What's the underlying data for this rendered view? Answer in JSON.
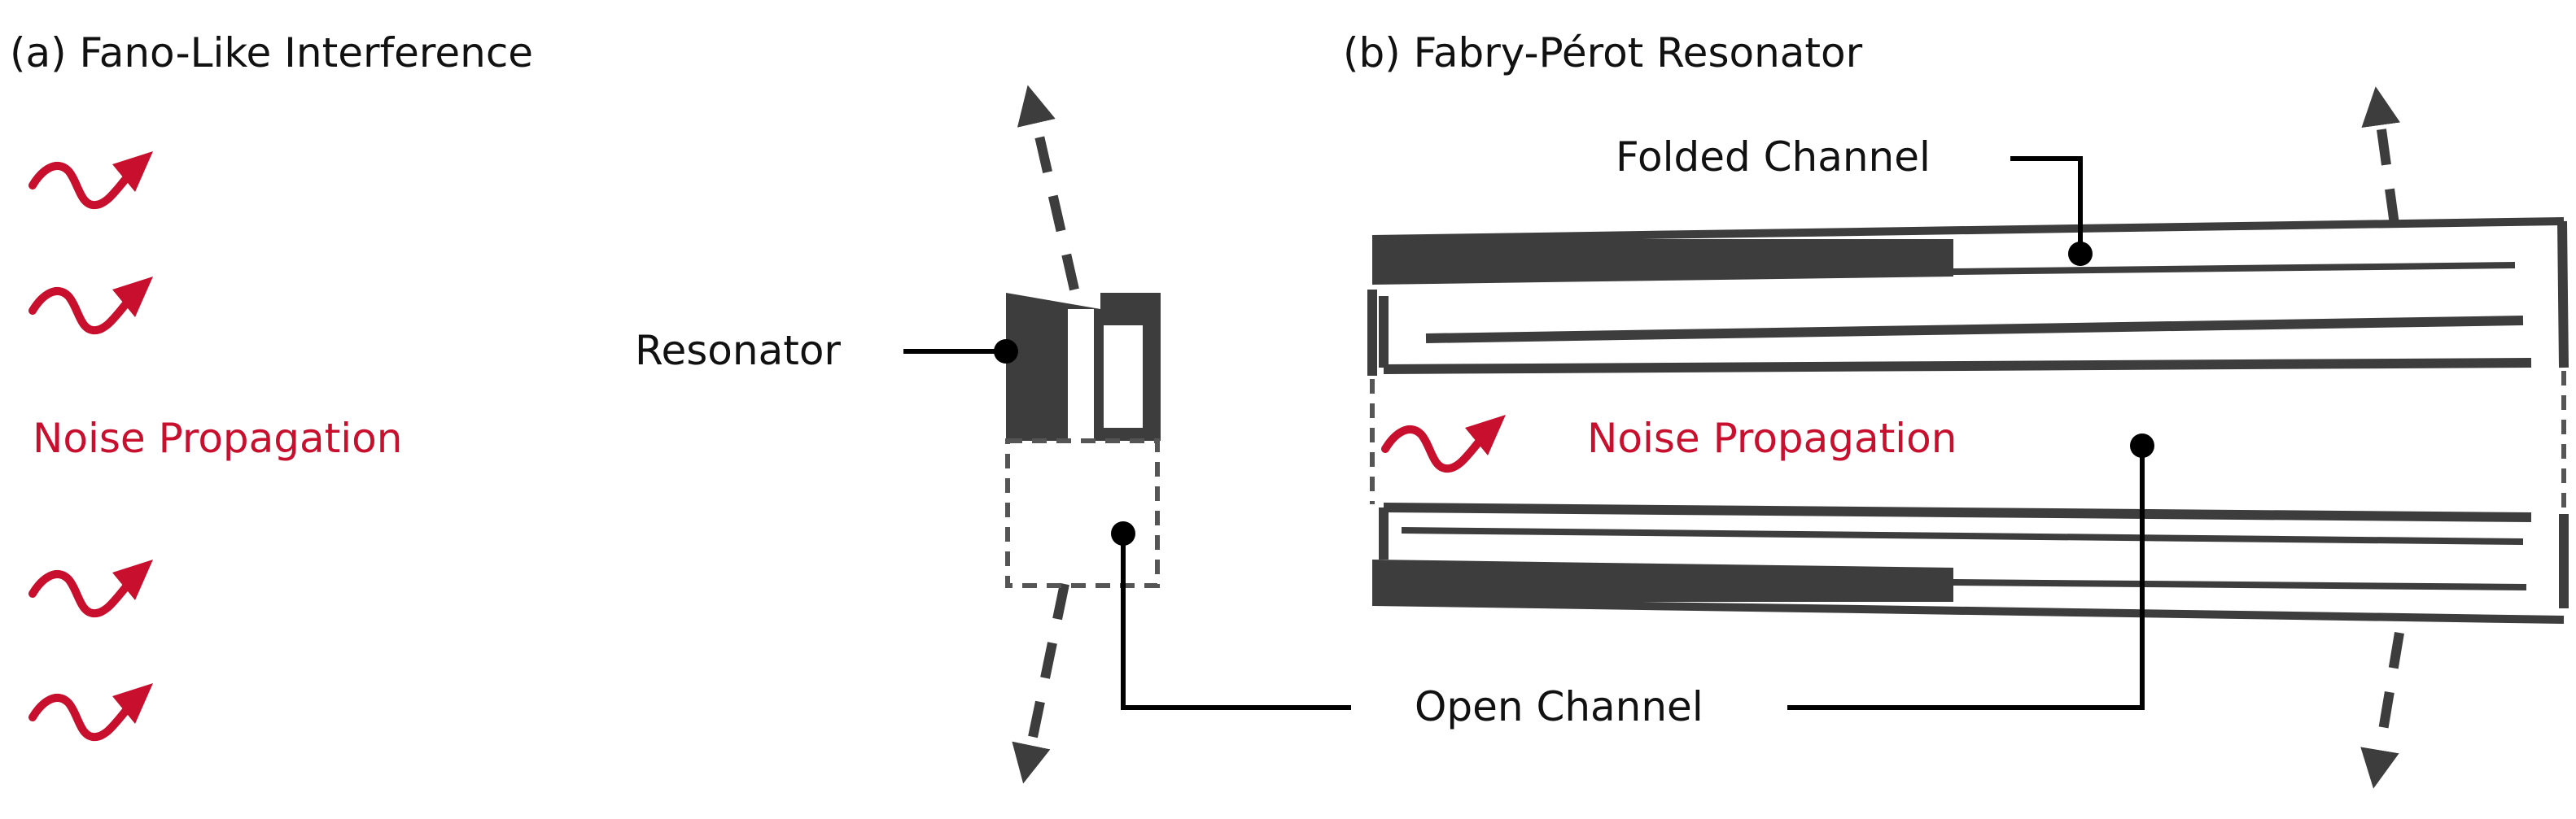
{
  "panel_a": {
    "title": "(a) Fano-Like Interference",
    "noise_label": "Noise Propagation",
    "resonator_label": "Resonator"
  },
  "panel_b": {
    "title": "(b) Fabry-Pérot Resonator",
    "folded_channel_label": "Folded Channel",
    "noise_label": "Noise Propagation"
  },
  "shared": {
    "open_channel_label": "Open Channel"
  },
  "colors": {
    "structure": "#3d3d3d",
    "noise": "#c8102e",
    "annotation": "#000000"
  },
  "icons": [
    "wave-arrow-icon",
    "dashed-arrow-icon"
  ]
}
